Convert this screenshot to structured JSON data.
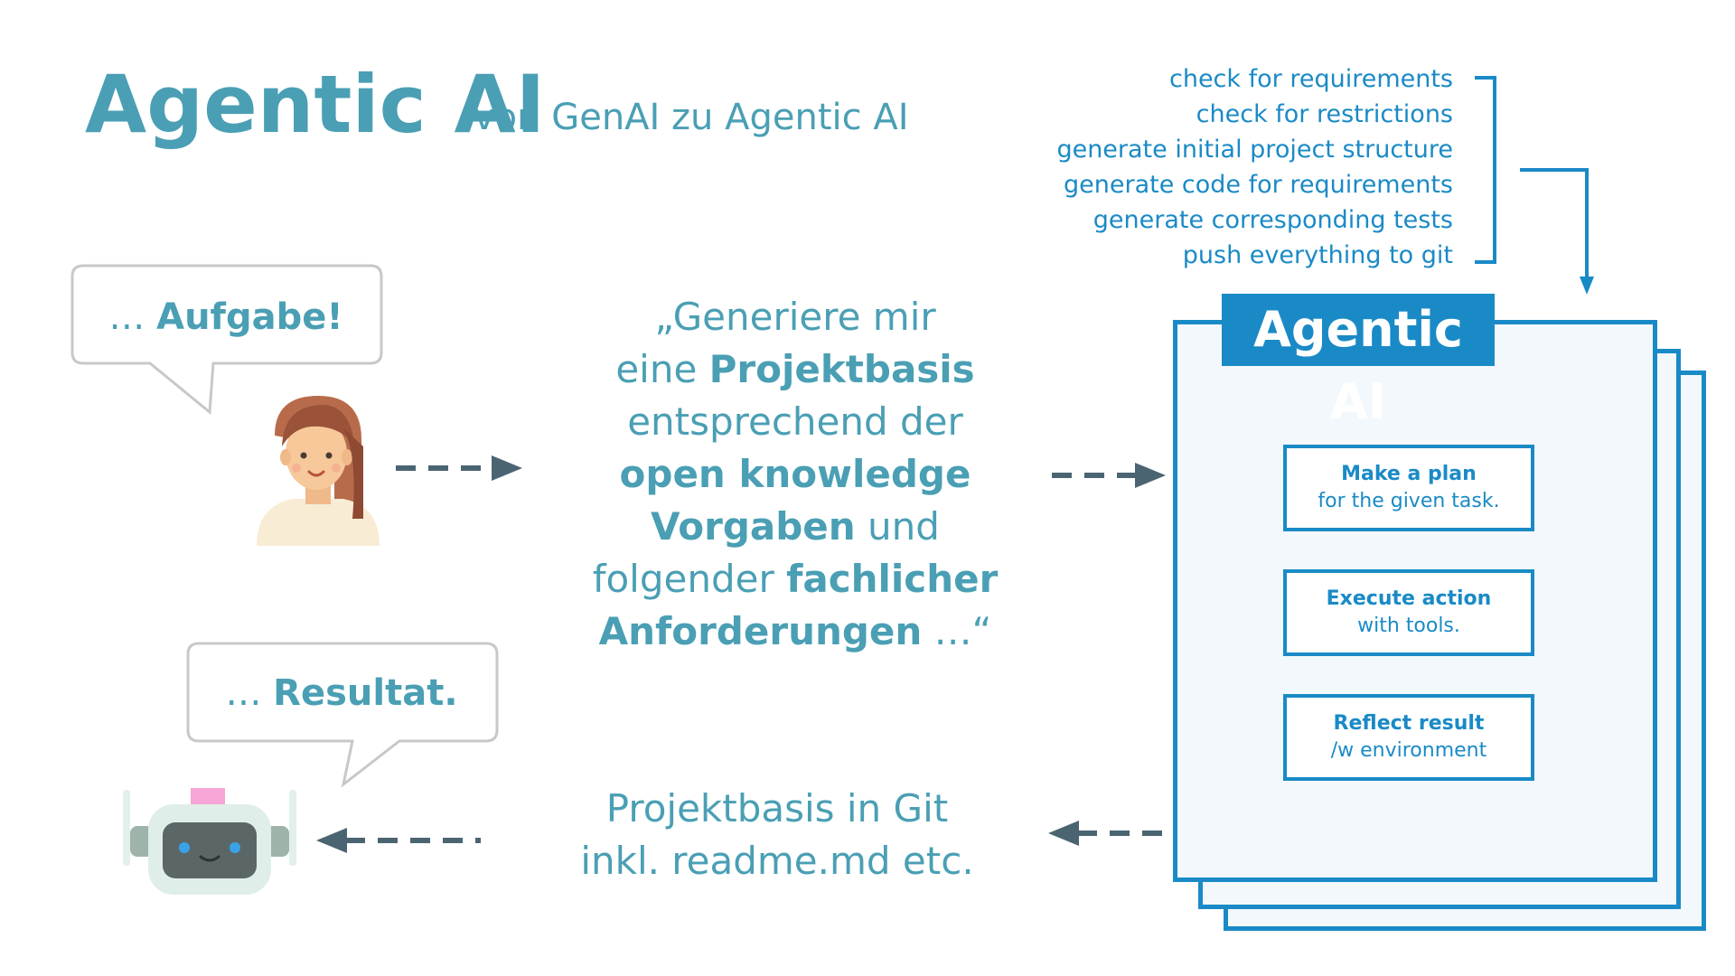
{
  "header": {
    "title": "Agentic AI",
    "subtitle": "von GenAI zu Agentic AI"
  },
  "steps": [
    "check for requirements",
    "check for restrictions",
    "generate initial project structure",
    "generate code for requirements",
    "generate corresponding tests",
    "push everything to git"
  ],
  "bubbles": {
    "task": {
      "prefix": "… ",
      "bold": "Aufgabe!"
    },
    "result": {
      "prefix": "… ",
      "bold": "Resultat."
    }
  },
  "prompt": {
    "l1": "„Generiere mir",
    "l2a": "eine ",
    "l2b": "Projektbasis",
    "l3": "entsprechend der",
    "l4": "open knowledge",
    "l5a": "Vorgaben",
    "l5b": " und",
    "l6a": "folgender ",
    "l6b": "fachlicher",
    "l7a": "Anforderungen",
    "l7b": " …“"
  },
  "result_text": {
    "line1": "Projektbasis in Git",
    "line2": "inkl. readme.md etc."
  },
  "agent": {
    "title": "Agentic AI",
    "actions": [
      {
        "title": "Make a plan",
        "sub": "for the given task."
      },
      {
        "title": "Execute action",
        "sub": "with tools."
      },
      {
        "title": "Reflect result",
        "sub": "/w environment"
      }
    ]
  },
  "colors": {
    "teal": "#4a9fb4",
    "blue": "#1a8ac6",
    "arrow": "#4b6472",
    "card_bg": "#f2f8fb"
  },
  "icons": {
    "user": "woman-avatar-icon",
    "bot": "robot-avatar-icon"
  }
}
